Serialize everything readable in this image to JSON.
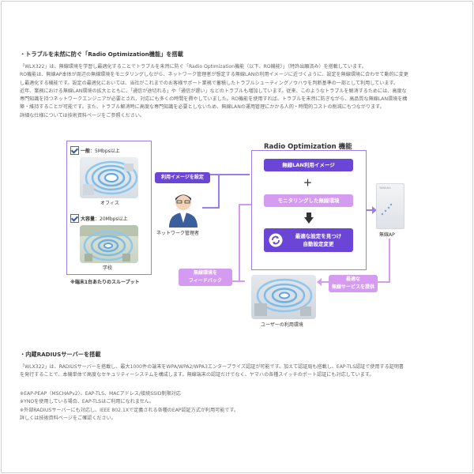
{
  "section1": {
    "title": "・トラブルを未然に防ぐ「Radio Optimization機能」を搭載",
    "lines": [
      "「WLX322」は、無線環境を学習し最適化することでトラブルを未然に防ぐ「Radio Optimization機能（以下、RO機能）」（特許出願済み）を搭載しています。",
      "RO機能は、無線AP本体が周辺の無線環境をモニタリングしながら、ネットワーク管理者が想定する無線LANの利用イメージに近づくように、設定を無線環境に合わせて動的に変更",
      "し最適化する機能です。設定の最適化においては、当社がこれまでのお客様サポート業務で蓄積したトラブルシューティングノウハウを判断基準の一部として利用しています。",
      "近年、業務における無線LAN環境の拡大とともに、「通信が途切れる」や「通信が遅い」などのトラブルも増加しています。従来、このようなトラブルを解消するためには、高度な",
      "専門知識を持つネットワークエンジニアが必要とされ、対応にも多くの時間を費やしていました。RO機能を使用すれば、トラブルを未然に防ぎながら、高品質な無線LAN環境を構",
      "築・維持することが可能です。また、トラブル解消時に高度な専門知識を必要としないため、無線LANの運用管理にかかる人的・時間的コストの削減にもつながります。",
      "詳細な仕様については技術資料ページをご参照ください。"
    ]
  },
  "diagram": {
    "general_label": "一般",
    "general_speed": "：5Mbps以上",
    "office": "オフィス",
    "large_label": "大容量",
    "large_speed": "：20Mbps以上",
    "school": "学校",
    "throughput_note": "※端末1台あたりのスループット",
    "set_image_tag": "利用イメージを設定",
    "manager": "ネットワーク管理者",
    "ro_title": "Radio Optimization 機能",
    "wlan_image": "無線LAN利用イメージ",
    "plus": "＋",
    "monitored": "モニタリングした無線環境",
    "optimal1": "最適な設定を見つけ",
    "optimal2": "自動設定変更",
    "wireless_ap": "無線AP",
    "feedback1": "無線環境を",
    "feedback2": "フィードバック",
    "provide1": "最適な",
    "provide2": "無線サービスを提供",
    "user_env": "ユーザーの利用環境",
    "ap_brand": "YAMAHA",
    "colors": {
      "purple": "#6b46d6",
      "light_purple": "#d59bf0",
      "border": "#9b7ee8"
    }
  },
  "section2": {
    "title": "・内蔵RADIUSサーバーを搭載",
    "lines": [
      "「WLX322」は、RADIUSサーバーを搭載し、最大1000件の端末をWPA/WPA2/WPA3エンタープライズ認証が可能です。加えて認証局も搭載し、EAP-TLS認証で使用する証明書",
      "を発行することで、本機単体で高度なセキュリティーシステムを構成します。無線端末の認証だけでなく、ヤマハの各種スイッチのポート認証にも対応しています。"
    ],
    "notes": [
      "※EAP-PEAP（MSCHAPv2）、EAP-TLS、MACアドレス/接続SSID制限対応",
      "※YNOを使用している場合、EAP-TLSはご利用になれません。",
      "※外部RADIUSサーバーにも対応し、IEEE 802.1Xで定義される各種のEAP認証方式が利用可能です。",
      "詳しくは技術資料ページをご確認ください。"
    ]
  }
}
